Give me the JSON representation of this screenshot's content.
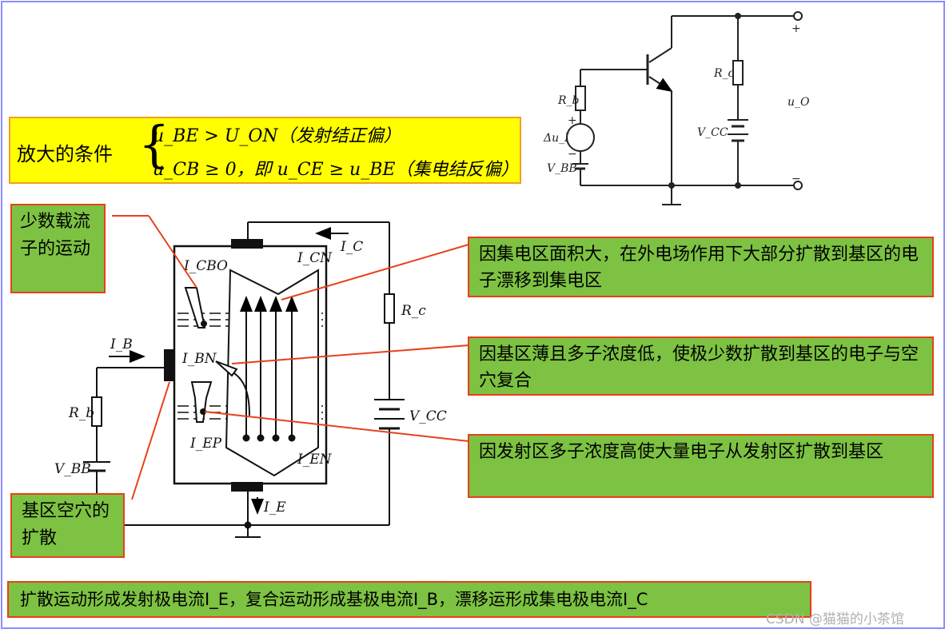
{
  "condition": {
    "lead": "放大的条件",
    "line1": "u_BE > U_ON（发射结正偏）",
    "line2": "u_CB ≥ 0，即 u_CE ≥ u_BE（集电结反偏）"
  },
  "notes": {
    "minority": "少数载流子的运动",
    "collector": "因集电区面积大，在外电场作用下大部分扩散到基区的电子漂移到集电区",
    "base_recomb": "因基区薄且多子浓度低，使极少数扩散到基区的电子与空穴复合",
    "emitter": "因发射区多子浓度高使大量电子从发射区扩散到基区",
    "hole_diffusion": "基区空穴的扩散"
  },
  "footer": "扩散运动形成发射极电流I_E，复合运动形成基极电流I_B，漂移运形成集电极电流I_C",
  "watermark": "CSDN @猫猫的小茶馆",
  "circuit_top": {
    "plus": "+",
    "minus": "−",
    "Rb": "R_b",
    "Rc": "R_c",
    "Vcc": "V_CC",
    "Vbb": "V_BB",
    "dui": "Δu_I",
    "uo": "u_O"
  },
  "circuit_main": {
    "ICBO": "I_CBO",
    "ICN": "I_CN",
    "IC": "I_C",
    "IB": "I_B",
    "IBN": "I_BN",
    "IEP": "I_EP",
    "IEN": "I_EN",
    "IE": "I_E",
    "Rb": "R_b",
    "Rc": "R_c",
    "Vbb": "V_BB",
    "Vcc": "V_CC"
  },
  "colors": {
    "green": "#7dc242",
    "red": "#e8401c",
    "yellow": "#ffff00",
    "frame": "#8c8cff"
  }
}
